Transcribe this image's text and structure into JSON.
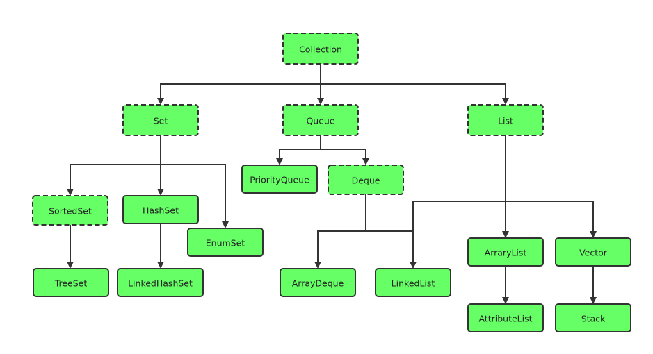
{
  "nodes": [
    {
      "id": "collection",
      "label": "Collection",
      "kind": "interface"
    },
    {
      "id": "set",
      "label": "Set",
      "kind": "interface"
    },
    {
      "id": "queue",
      "label": "Queue",
      "kind": "interface"
    },
    {
      "id": "list",
      "label": "List",
      "kind": "interface"
    },
    {
      "id": "sortedset",
      "label": "SortedSet",
      "kind": "interface"
    },
    {
      "id": "hashset",
      "label": "HashSet",
      "kind": "class"
    },
    {
      "id": "enumset",
      "label": "EnumSet",
      "kind": "class"
    },
    {
      "id": "treeset",
      "label": "TreeSet",
      "kind": "class"
    },
    {
      "id": "linkedhashset",
      "label": "LinkedHashSet",
      "kind": "class"
    },
    {
      "id": "priorityqueue",
      "label": "PriorityQueue",
      "kind": "class"
    },
    {
      "id": "deque",
      "label": "Deque",
      "kind": "interface"
    },
    {
      "id": "arraydeque",
      "label": "ArrayDeque",
      "kind": "class"
    },
    {
      "id": "linkedlist",
      "label": "LinkedList",
      "kind": "class"
    },
    {
      "id": "arraylist",
      "label": "ArraryList",
      "kind": "class"
    },
    {
      "id": "vector",
      "label": "Vector",
      "kind": "class"
    },
    {
      "id": "attributelist",
      "label": "AttributeList",
      "kind": "class"
    },
    {
      "id": "stack",
      "label": "Stack",
      "kind": "class"
    }
  ],
  "edges": [
    {
      "from": "collection",
      "to": "set"
    },
    {
      "from": "collection",
      "to": "queue"
    },
    {
      "from": "collection",
      "to": "list"
    },
    {
      "from": "set",
      "to": "sortedset"
    },
    {
      "from": "set",
      "to": "hashset"
    },
    {
      "from": "set",
      "to": "enumset"
    },
    {
      "from": "sortedset",
      "to": "treeset"
    },
    {
      "from": "hashset",
      "to": "linkedhashset"
    },
    {
      "from": "queue",
      "to": "priorityqueue"
    },
    {
      "from": "queue",
      "to": "deque"
    },
    {
      "from": "deque",
      "to": "arraydeque"
    },
    {
      "from": "deque",
      "to": "linkedlist"
    },
    {
      "from": "list",
      "to": "linkedlist"
    },
    {
      "from": "list",
      "to": "arraylist"
    },
    {
      "from": "list",
      "to": "vector"
    },
    {
      "from": "arraylist",
      "to": "attributelist"
    },
    {
      "from": "vector",
      "to": "stack"
    }
  ]
}
